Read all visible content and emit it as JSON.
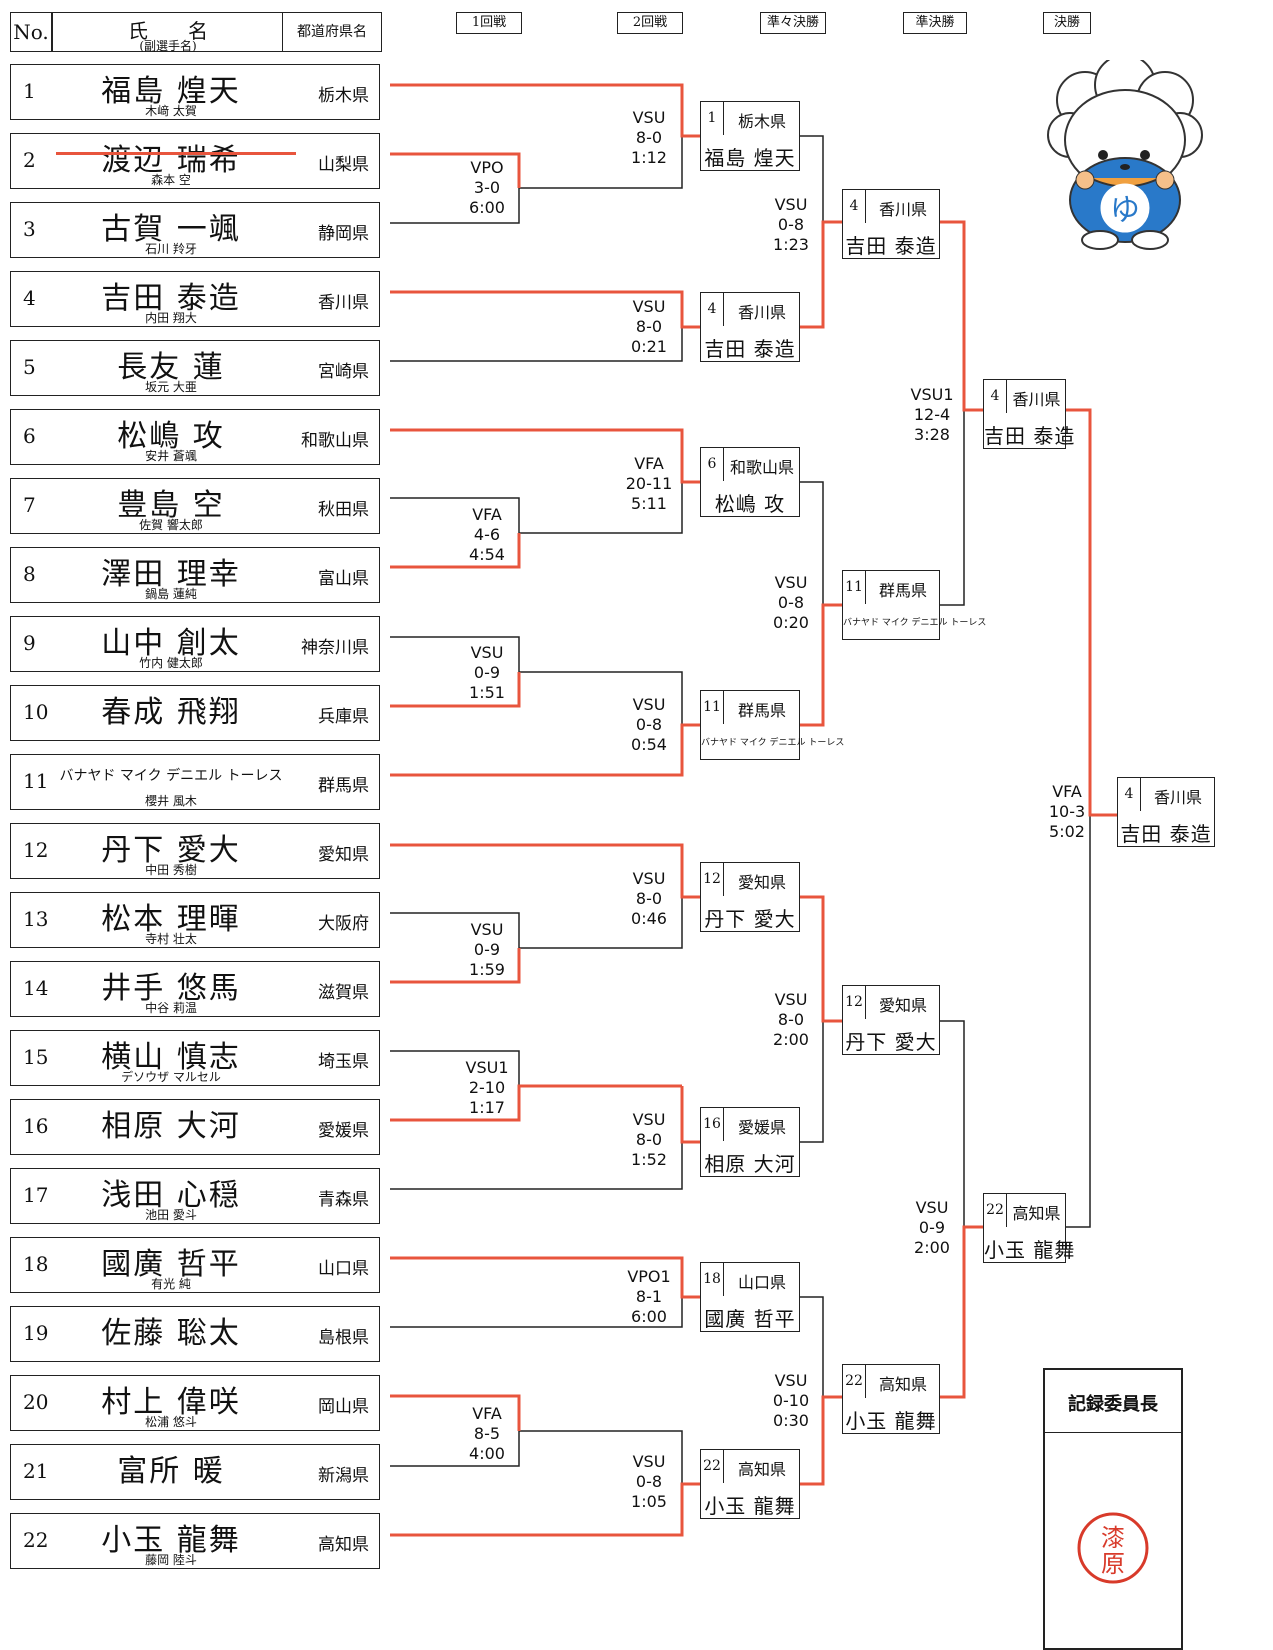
{
  "header": {
    "no": "No.",
    "name": "氏名",
    "name_sub": "(副選手名)",
    "pref": "都道府県名",
    "rounds": [
      "1回戦",
      "2回戦",
      "準々決勝",
      "準決勝",
      "決勝"
    ]
  },
  "players": [
    {
      "no": "1",
      "name": "福島 煌天",
      "sub": "木﨑 太賀",
      "pref": "栃木県"
    },
    {
      "no": "2",
      "name": "渡辺 瑞希",
      "sub": "森本 空",
      "pref": "山梨県",
      "struck": true
    },
    {
      "no": "3",
      "name": "古賀 一颯",
      "sub": "石川 羚牙",
      "pref": "静岡県"
    },
    {
      "no": "4",
      "name": "吉田 泰造",
      "sub": "内田 翔大",
      "pref": "香川県"
    },
    {
      "no": "5",
      "name": "長友 蓮",
      "sub": "坂元 大亜",
      "pref": "宮崎県"
    },
    {
      "no": "6",
      "name": "松嶋 攻",
      "sub": "安井 蒼颯",
      "pref": "和歌山県"
    },
    {
      "no": "7",
      "name": "豊島 空",
      "sub": "佐賀 響太郎",
      "pref": "秋田県"
    },
    {
      "no": "8",
      "name": "澤田 理幸",
      "sub": "鍋島 蓮純",
      "pref": "富山県"
    },
    {
      "no": "9",
      "name": "山中 創太",
      "sub": "竹内 健太郎",
      "pref": "神奈川県"
    },
    {
      "no": "10",
      "name": "春成 飛翔",
      "sub": "",
      "pref": "兵庫県"
    },
    {
      "no": "11",
      "name": "バナヤド マイク デニエル トーレス",
      "sub": "櫻井 風木",
      "pref": "群馬県",
      "small": true
    },
    {
      "no": "12",
      "name": "丹下 愛大",
      "sub": "中田 秀樹",
      "pref": "愛知県"
    },
    {
      "no": "13",
      "name": "松本 理暉",
      "sub": "寺村 壮太",
      "pref": "大阪府"
    },
    {
      "no": "14",
      "name": "井手 悠馬",
      "sub": "中谷 莉温",
      "pref": "滋賀県"
    },
    {
      "no": "15",
      "name": "横山 慎志",
      "sub": "デソウザ マルセル",
      "pref": "埼玉県"
    },
    {
      "no": "16",
      "name": "相原 大河",
      "sub": "",
      "pref": "愛媛県"
    },
    {
      "no": "17",
      "name": "浅田 心穏",
      "sub": "池田 愛斗",
      "pref": "青森県"
    },
    {
      "no": "18",
      "name": "國廣 哲平",
      "sub": "有光 純",
      "pref": "山口県"
    },
    {
      "no": "19",
      "name": "佐藤 聡太",
      "sub": "",
      "pref": "島根県"
    },
    {
      "no": "20",
      "name": "村上 偉咲",
      "sub": "松浦 悠斗",
      "pref": "岡山県"
    },
    {
      "no": "21",
      "name": "富所 暖",
      "sub": "",
      "pref": "新潟県"
    },
    {
      "no": "22",
      "name": "小玉 龍舞",
      "sub": "藤岡 陸斗",
      "pref": "高知県"
    }
  ],
  "scores": {
    "r1_a": [
      "VPO",
      "3-0",
      "6:00"
    ],
    "r1_b": [
      "VFA",
      "4-6",
      "4:54"
    ],
    "r1_c": [
      "VSU",
      "0-9",
      "1:51"
    ],
    "r1_d": [
      "VSU",
      "0-9",
      "1:59"
    ],
    "r1_e": [
      "VSU1",
      "2-10",
      "1:17"
    ],
    "r1_f": [
      "VFA",
      "8-5",
      "4:00"
    ],
    "r2_a": [
      "VSU",
      "8-0",
      "1:12"
    ],
    "r2_b": [
      "VSU",
      "8-0",
      "0:21"
    ],
    "r2_c": [
      "VFA",
      "20-11",
      "5:11"
    ],
    "r2_d": [
      "VSU",
      "0-8",
      "0:54"
    ],
    "r2_e": [
      "VSU",
      "8-0",
      "0:46"
    ],
    "r2_f": [
      "VSU",
      "8-0",
      "1:52"
    ],
    "r2_g": [
      "VPO1",
      "8-1",
      "6:00"
    ],
    "r2_h": [
      "VSU",
      "0-8",
      "1:05"
    ],
    "qf_a": [
      "VSU",
      "0-8",
      "1:23"
    ],
    "qf_b": [
      "VSU",
      "0-8",
      "0:20"
    ],
    "qf_c": [
      "VSU",
      "8-0",
      "2:00"
    ],
    "qf_d": [
      "VSU",
      "0-10",
      "0:30"
    ],
    "sf_a": [
      "VSU1",
      "12-4",
      "3:28"
    ],
    "sf_b": [
      "VSU",
      "0-9",
      "2:00"
    ],
    "final": [
      "VFA",
      "10-3",
      "5:02"
    ]
  },
  "winners": {
    "r2_1": {
      "seed": "1",
      "pref": "栃木県",
      "name": "福島 煌天"
    },
    "r2_2": {
      "seed": "4",
      "pref": "香川県",
      "name": "吉田 泰造"
    },
    "r2_3": {
      "seed": "6",
      "pref": "和歌山県",
      "name": "松嶋 攻"
    },
    "r2_4": {
      "seed": "11",
      "pref": "群馬県",
      "name": "バナヤド マイク デニエル トーレス"
    },
    "r2_5": {
      "seed": "12",
      "pref": "愛知県",
      "name": "丹下 愛大"
    },
    "r2_6": {
      "seed": "16",
      "pref": "愛媛県",
      "name": "相原 大河"
    },
    "r2_7": {
      "seed": "18",
      "pref": "山口県",
      "name": "國廣 哲平"
    },
    "r2_8": {
      "seed": "22",
      "pref": "高知県",
      "name": "小玉 龍舞"
    },
    "qf_1": {
      "seed": "4",
      "pref": "香川県",
      "name": "吉田 泰造"
    },
    "qf_2": {
      "seed": "11",
      "pref": "群馬県",
      "name": "バナヤド マイク デニエル トーレス"
    },
    "qf_3": {
      "seed": "12",
      "pref": "愛知県",
      "name": "丹下 愛大"
    },
    "qf_4": {
      "seed": "22",
      "pref": "高知県",
      "name": "小玉 龍舞"
    },
    "sf_1": {
      "seed": "4",
      "pref": "香川県",
      "name": "吉田 泰造"
    },
    "sf_2": {
      "seed": "22",
      "pref": "高知県",
      "name": "小玉 龍舞"
    },
    "champion": {
      "seed": "4",
      "pref": "香川県",
      "name": "吉田 泰造"
    }
  },
  "mascot": {
    "badge": "ゆ"
  },
  "stamp": {
    "title": "記録委員長",
    "seal": "漆原"
  },
  "colors": {
    "winner_line": "#e8553d",
    "line": "#222222"
  }
}
